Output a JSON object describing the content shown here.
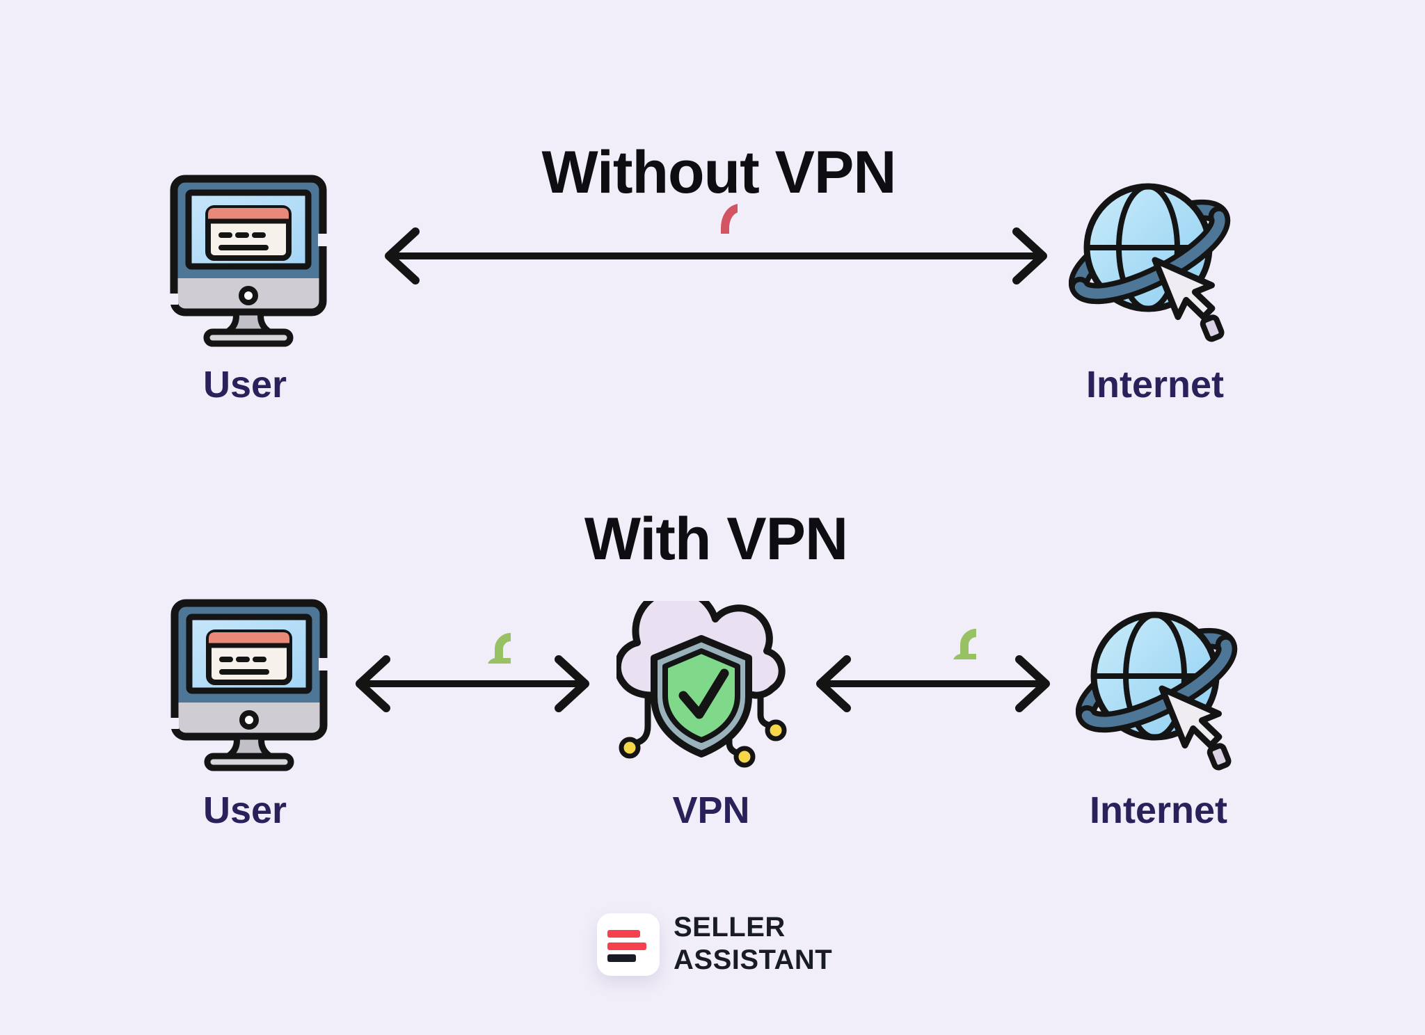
{
  "colors": {
    "bg": "#F1EEF9",
    "ink": "#141414",
    "title": "#0D0D12",
    "label": "#2B215A",
    "red": "#D25460",
    "green": "#97C163",
    "slate": "#4E7696",
    "cloud": "#E9E1F2",
    "shield_band": "#9AB2BB",
    "shield_green": "#80D88B",
    "yellow": "#F6D74A",
    "salmon": "#E8897A",
    "browser_body": "#F6F1EA",
    "brand_red": "#F4414D",
    "brand_dark": "#191C26",
    "logo_bg": "#FFFFFF"
  },
  "sections": [
    {
      "title": "Without VPN",
      "nodes": [
        {
          "label": "User",
          "icon": "computer-icon"
        },
        {
          "label": "Internet",
          "icon": "globe-cursor-icon"
        }
      ],
      "connections": [
        {
          "from": "User",
          "to": "Internet",
          "arrow": "bidirectional",
          "lock": "open",
          "lock_icon": "open-padlock-icon",
          "lock_color": "#D25460"
        }
      ]
    },
    {
      "title": "With VPN",
      "nodes": [
        {
          "label": "User",
          "icon": "computer-icon"
        },
        {
          "label": "VPN",
          "icon": "shield-cloud-icon"
        },
        {
          "label": "Internet",
          "icon": "globe-cursor-icon"
        }
      ],
      "connections": [
        {
          "from": "User",
          "to": "VPN",
          "arrow": "bidirectional",
          "lock": "closed",
          "lock_icon": "closed-padlock-icon",
          "lock_color": "#97C163"
        },
        {
          "from": "VPN",
          "to": "Internet",
          "arrow": "bidirectional",
          "lock": "closed",
          "lock_icon": "closed-padlock-icon",
          "lock_color": "#97C163"
        }
      ]
    }
  ],
  "footer": {
    "brand_line1": "SELLER",
    "brand_line2": "ASSISTANT"
  }
}
